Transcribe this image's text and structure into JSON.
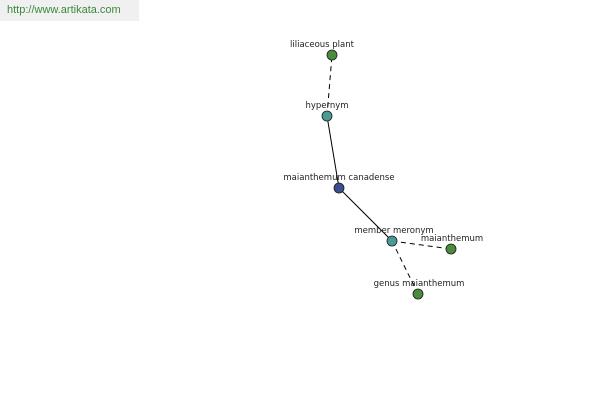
{
  "watermark": {
    "text": "http://www.artikata.com"
  },
  "colors": {
    "root_node": "#3b4f8c",
    "relation_node": "#4c9a96",
    "leaf_node": "#4a8c3e",
    "edge": "#000000",
    "watermark_text": "#3a8a3a",
    "watermark_bg": "#f0f0f0"
  },
  "graph": {
    "nodes": [
      {
        "id": "liliaceous-plant",
        "label": "liliaceous plant",
        "kind": "leaf"
      },
      {
        "id": "hypernym",
        "label": "hypernym",
        "kind": "relation"
      },
      {
        "id": "maianthemum-canadense",
        "label": "maianthemum canadense",
        "kind": "root"
      },
      {
        "id": "member-meronym",
        "label": "member meronym",
        "kind": "relation"
      },
      {
        "id": "maianthemum",
        "label": "maianthemum",
        "kind": "leaf"
      },
      {
        "id": "genus-maianthemum",
        "label": "genus maianthemum",
        "kind": "leaf"
      }
    ],
    "edges": [
      {
        "from": "hypernym",
        "to": "liliaceous-plant",
        "style": "dashed"
      },
      {
        "from": "maianthemum-canadense",
        "to": "hypernym",
        "style": "solid"
      },
      {
        "from": "maianthemum-canadense",
        "to": "member-meronym",
        "style": "solid"
      },
      {
        "from": "member-meronym",
        "to": "maianthemum",
        "style": "dashed"
      },
      {
        "from": "member-meronym",
        "to": "genus-maianthemum",
        "style": "dashed"
      }
    ]
  }
}
